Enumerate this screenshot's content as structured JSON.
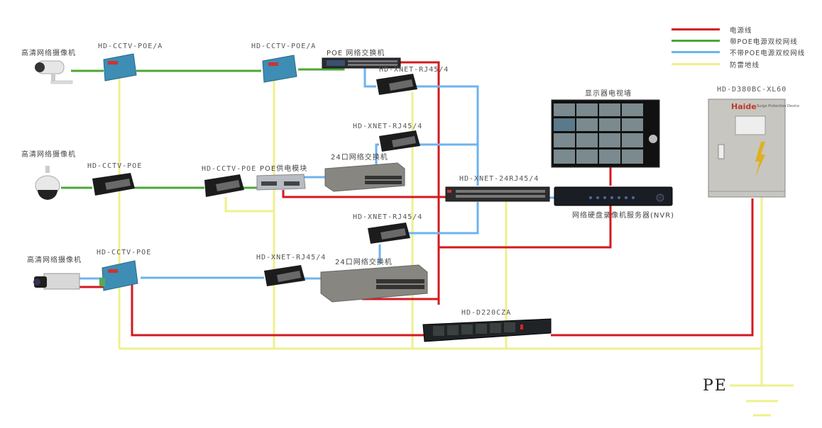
{
  "legend": {
    "items": [
      {
        "label": "电源线",
        "color": "#d21a1f"
      },
      {
        "label": "带POE电源双绞网线",
        "color": "#4ca735"
      },
      {
        "label": "不带POE电源双绞网线",
        "color": "#6db3ef"
      },
      {
        "label": "防雷地线",
        "color": "#eef08c"
      }
    ]
  },
  "cameras": [
    {
      "label": "高清网络摄像机",
      "type": "bullet-camera"
    },
    {
      "label": "高清网络摄像机",
      "type": "dome-camera"
    },
    {
      "label": "高清网络摄像机",
      "type": "box-camera"
    }
  ],
  "devices": {
    "poe_a_1": "HD-CCTV-POE/A",
    "poe_a_2": "HD-CCTV-POE/A",
    "poe_switch": "POE 网络交换机",
    "xnet_1": "HD-XNET-RJ45/4",
    "xnet_2": "HD-XNET-RJ45/4",
    "cctv_poe_1": "HD-CCTV-POE",
    "cctv_poe_2": "HD-CCTV-POE",
    "poe_module": "POE供电模块",
    "switch_24_1": "24口网络交换机",
    "xnet_24": "HD-XNET-24RJ45/4",
    "xnet_3": "HD-XNET-RJ45/4",
    "cctv_poe_3": "HD-CCTV-POE",
    "xnet_4": "HD-XNET-RJ45/4",
    "switch_24_2": "24口网络交换机",
    "pdu": "HD-D220CZA",
    "monitor_wall": "显示器电视墙",
    "nvr": "网络硬盘录像机服务器(NVR)",
    "spd_box": "HD-D380BC-XL60",
    "spd_brand": "Haide",
    "spd_subtitle": "Surge Protection Device"
  },
  "ground": {
    "label": "PE"
  },
  "colors": {
    "power": "#d21a1f",
    "poe": "#4ca735",
    "net": "#6db3ef",
    "ground": "#eef08c"
  }
}
